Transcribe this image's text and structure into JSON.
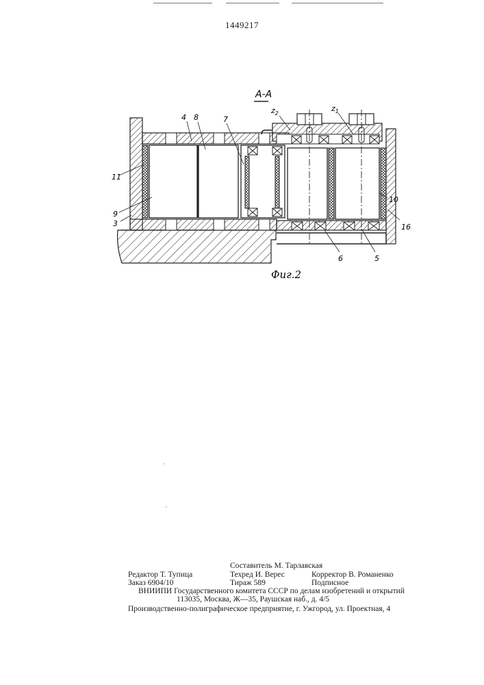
{
  "header": {
    "patent_number": "1449217"
  },
  "figure": {
    "section_label": "А-А",
    "caption": "Фиг.2",
    "part_labels": {
      "p4": "4",
      "p8": "8",
      "p7": "7",
      "z2_base": "z",
      "z2_sub": "2",
      "z1_base": "z",
      "z1_sub": "1",
      "p11": "11",
      "p9": "9",
      "p3": "3",
      "p10": "10",
      "p16": "16",
      "p6": "6",
      "p5": "5"
    }
  },
  "footer": {
    "compiler": "Составитель М. Тарлавская",
    "editor": "Редактор Т. Тупица",
    "techred": "Техред И. Верес",
    "corrector": "Корректор В. Романенко",
    "order": "Заказ 6904/10",
    "circulation": "Тираж 589",
    "subscription": "Подписное",
    "institute": "ВНИИПИ Государственного комитета СССР по делам изобретений и открытий",
    "address": "113035, Москва, Ж—35, Раушская наб., д. 4/5",
    "printer": "Производственно-полиграфическое предприятие, г. Ужгород, ул. Проектная, 4"
  }
}
